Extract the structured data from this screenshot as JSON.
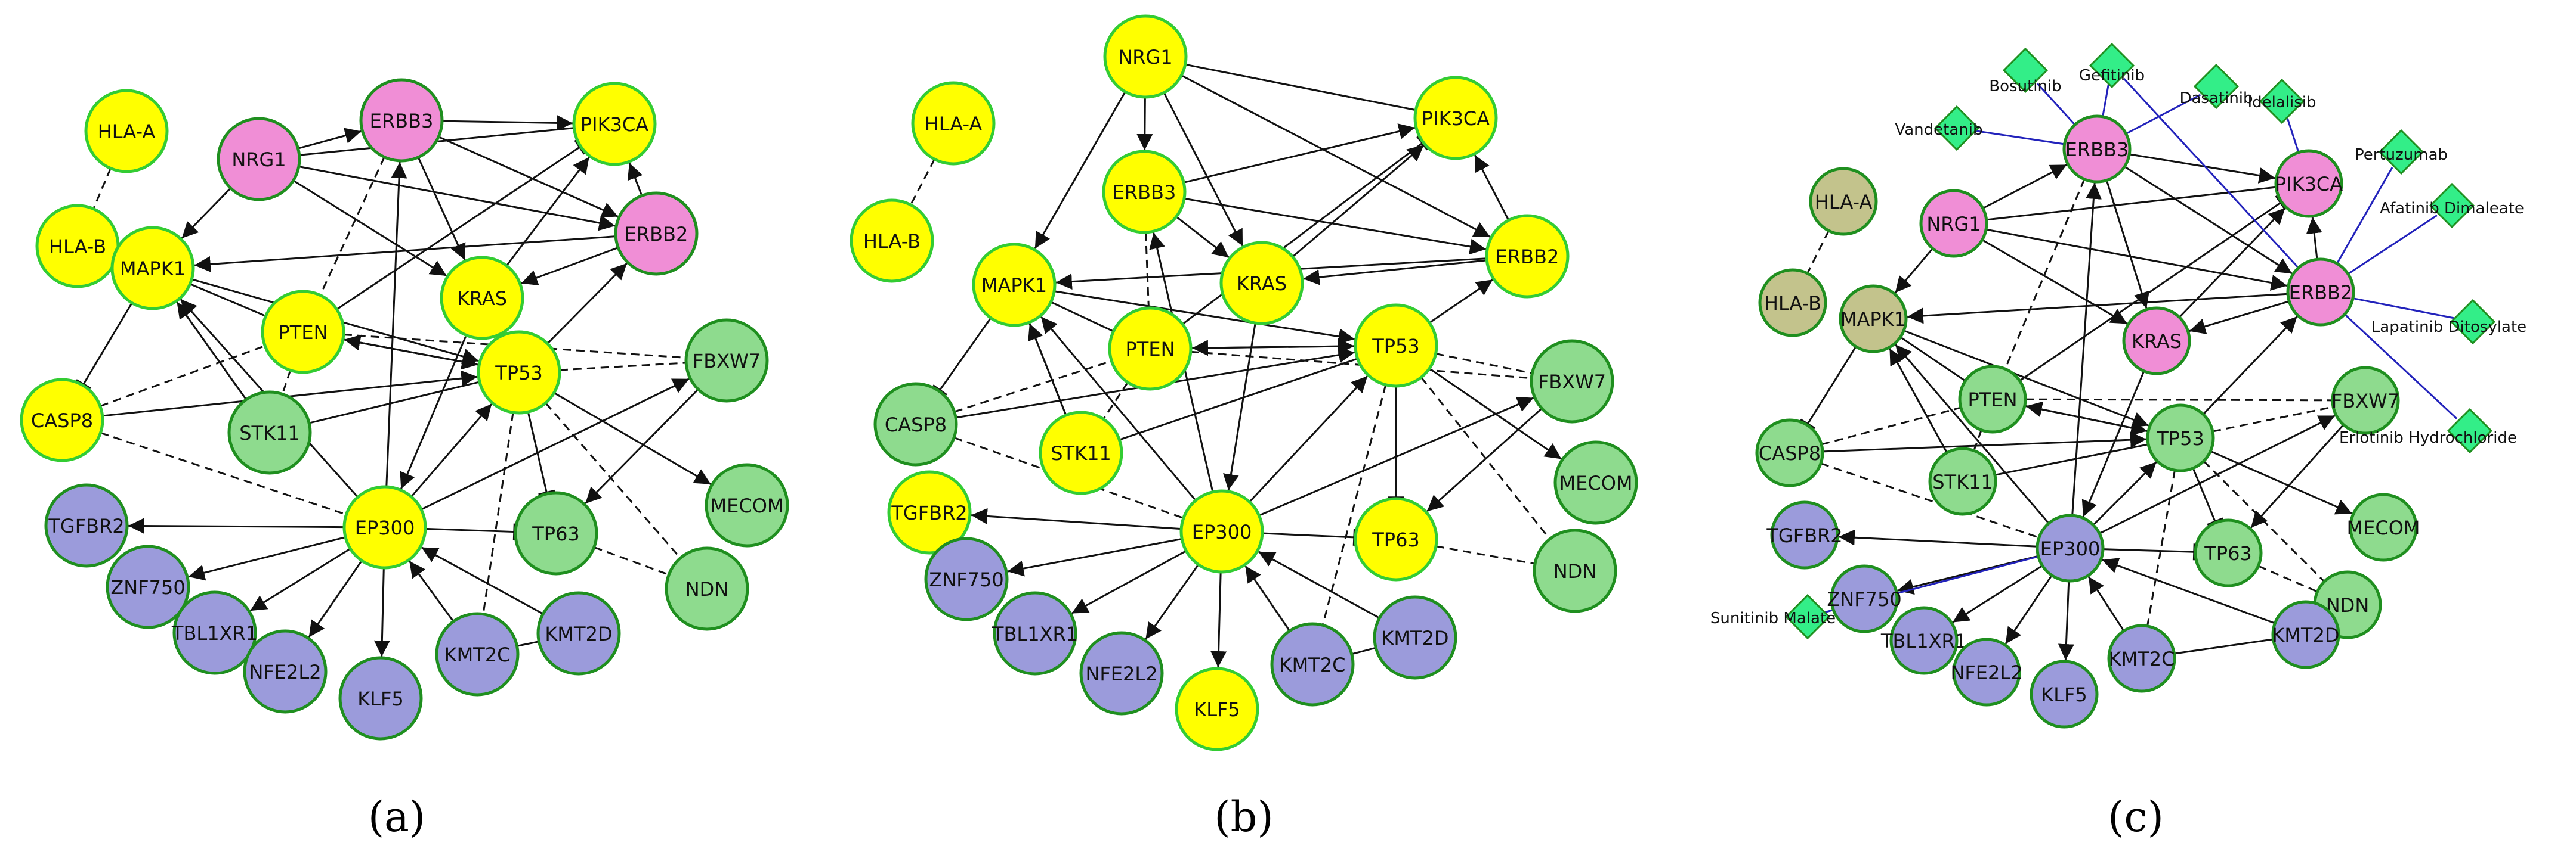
{
  "colors": {
    "background": "#ffffff",
    "yellow": "#ffff00",
    "pink": "#f08ed6",
    "green": "#8edb8e",
    "purple": "#9b9bdb",
    "olive": "#c3c38c",
    "drug": "#33ee88",
    "node_stroke_light": "#33cc33",
    "node_stroke_dark": "#1f8f1f",
    "edge": "#111111",
    "drug_edge": "#2222bb"
  },
  "panels": [
    {
      "label": "(a)",
      "nodes": [
        {
          "id": "ERBB3",
          "color": "pink"
        },
        {
          "id": "PIK3CA",
          "color": "yellow"
        },
        {
          "id": "HLA-A",
          "color": "yellow"
        },
        {
          "id": "NRG1",
          "color": "pink"
        },
        {
          "id": "HLA-B",
          "color": "yellow"
        },
        {
          "id": "ERBB2",
          "color": "pink"
        },
        {
          "id": "MAPK1",
          "color": "yellow"
        },
        {
          "id": "KRAS",
          "color": "yellow"
        },
        {
          "id": "PTEN",
          "color": "yellow"
        },
        {
          "id": "TP53",
          "color": "yellow"
        },
        {
          "id": "FBXW7",
          "color": "green"
        },
        {
          "id": "CASP8",
          "color": "yellow"
        },
        {
          "id": "STK11",
          "color": "green"
        },
        {
          "id": "MECOM",
          "color": "green"
        },
        {
          "id": "TGFBR2",
          "color": "purple"
        },
        {
          "id": "EP300",
          "color": "yellow"
        },
        {
          "id": "TP63",
          "color": "green"
        },
        {
          "id": "ZNF750",
          "color": "purple"
        },
        {
          "id": "NDN",
          "color": "green"
        },
        {
          "id": "TBL1XR1",
          "color": "purple"
        },
        {
          "id": "KMT2D",
          "color": "purple"
        },
        {
          "id": "NFE2L2",
          "color": "purple"
        },
        {
          "id": "KMT2C",
          "color": "purple"
        },
        {
          "id": "KLF5",
          "color": "purple"
        }
      ]
    },
    {
      "label": "(b)",
      "nodes": [
        {
          "id": "NRG1",
          "color": "yellow"
        },
        {
          "id": "PIK3CA",
          "color": "yellow"
        },
        {
          "id": "HLA-A",
          "color": "yellow"
        },
        {
          "id": "ERBB3",
          "color": "yellow"
        },
        {
          "id": "HLA-B",
          "color": "yellow"
        },
        {
          "id": "ERBB2",
          "color": "yellow"
        },
        {
          "id": "MAPK1",
          "color": "yellow"
        },
        {
          "id": "KRAS",
          "color": "yellow"
        },
        {
          "id": "PTEN",
          "color": "yellow"
        },
        {
          "id": "TP53",
          "color": "yellow"
        },
        {
          "id": "FBXW7",
          "color": "green"
        },
        {
          "id": "CASP8",
          "color": "green"
        },
        {
          "id": "STK11",
          "color": "yellow"
        },
        {
          "id": "MECOM",
          "color": "green"
        },
        {
          "id": "TGFBR2",
          "color": "yellow"
        },
        {
          "id": "EP300",
          "color": "yellow"
        },
        {
          "id": "TP63",
          "color": "yellow"
        },
        {
          "id": "ZNF750",
          "color": "purple"
        },
        {
          "id": "NDN",
          "color": "green"
        },
        {
          "id": "TBL1XR1",
          "color": "purple"
        },
        {
          "id": "KMT2D",
          "color": "purple"
        },
        {
          "id": "NFE2L2",
          "color": "purple"
        },
        {
          "id": "KMT2C",
          "color": "purple"
        },
        {
          "id": "KLF5",
          "color": "yellow"
        }
      ]
    },
    {
      "label": "(c)",
      "nodes": [
        {
          "id": "ERBB3",
          "color": "pink"
        },
        {
          "id": "PIK3CA",
          "color": "pink"
        },
        {
          "id": "HLA-A",
          "color": "olive"
        },
        {
          "id": "NRG1",
          "color": "pink"
        },
        {
          "id": "HLA-B",
          "color": "olive"
        },
        {
          "id": "ERBB2",
          "color": "pink"
        },
        {
          "id": "MAPK1",
          "color": "olive"
        },
        {
          "id": "KRAS",
          "color": "pink"
        },
        {
          "id": "PTEN",
          "color": "green"
        },
        {
          "id": "TP53",
          "color": "green"
        },
        {
          "id": "FBXW7",
          "color": "green"
        },
        {
          "id": "CASP8",
          "color": "green"
        },
        {
          "id": "STK11",
          "color": "green"
        },
        {
          "id": "MECOM",
          "color": "green"
        },
        {
          "id": "TGFBR2",
          "color": "purple"
        },
        {
          "id": "EP300",
          "color": "purple"
        },
        {
          "id": "TP63",
          "color": "green"
        },
        {
          "id": "ZNF750",
          "color": "purple"
        },
        {
          "id": "NDN",
          "color": "green"
        },
        {
          "id": "TBL1XR1",
          "color": "purple"
        },
        {
          "id": "KMT2D",
          "color": "purple"
        },
        {
          "id": "NFE2L2",
          "color": "purple"
        },
        {
          "id": "KMT2C",
          "color": "purple"
        },
        {
          "id": "KLF5",
          "color": "purple"
        }
      ],
      "drugs": [
        "Bosutinib",
        "Gefitinib",
        "Dasatinib",
        "Idelalisib",
        "Vandetanib",
        "Pertuzumab",
        "Afatinib Dimaleate",
        "Lapatinib Ditosylate",
        "Erlotinib Hydrochloride",
        "Sunitinib Malate"
      ]
    }
  ],
  "edges": [
    {
      "from": "NRG1",
      "to": "ERBB3",
      "type": "arrow"
    },
    {
      "from": "NRG1",
      "to": "PIK3CA",
      "type": "line"
    },
    {
      "from": "NRG1",
      "to": "ERBB2",
      "type": "arrow"
    },
    {
      "from": "NRG1",
      "to": "MAPK1",
      "type": "arrow"
    },
    {
      "from": "NRG1",
      "to": "KRAS",
      "type": "arrow"
    },
    {
      "from": "ERBB3",
      "to": "PIK3CA",
      "type": "arrow"
    },
    {
      "from": "ERBB3",
      "to": "ERBB2",
      "type": "arrow"
    },
    {
      "from": "ERBB3",
      "to": "KRAS",
      "type": "arrow"
    },
    {
      "from": "ERBB3",
      "to": "PTEN",
      "type": "dashed"
    },
    {
      "from": "ERBB2",
      "to": "PIK3CA",
      "type": "arrow"
    },
    {
      "from": "ERBB2",
      "to": "MAPK1",
      "type": "arrow"
    },
    {
      "from": "ERBB2",
      "to": "KRAS",
      "type": "arrow"
    },
    {
      "from": "PTEN",
      "to": "PIK3CA",
      "type": "inhibit"
    },
    {
      "from": "KRAS",
      "to": "PIK3CA",
      "type": "arrow"
    },
    {
      "from": "HLA-A",
      "to": "HLA-B",
      "type": "dashed"
    },
    {
      "from": "MAPK1",
      "to": "TP53",
      "type": "arrow"
    },
    {
      "from": "MAPK1",
      "to": "CASP8",
      "type": "inhibit"
    },
    {
      "from": "MAPK1",
      "to": "STK11",
      "type": "dashed"
    },
    {
      "from": "MAPK1",
      "to": "PTEN",
      "type": "line"
    },
    {
      "from": "STK11",
      "to": "MAPK1",
      "type": "arrow"
    },
    {
      "from": "PTEN",
      "to": "TP53",
      "type": "arrow"
    },
    {
      "from": "TP53",
      "to": "PTEN",
      "type": "arrow"
    },
    {
      "from": "PTEN",
      "to": "FBXW7",
      "type": "dashed"
    },
    {
      "from": "PTEN",
      "to": "STK11",
      "type": "dashed"
    },
    {
      "from": "CASP8",
      "to": "PTEN",
      "type": "dashed"
    },
    {
      "from": "CASP8",
      "to": "TP53",
      "type": "arrow"
    },
    {
      "from": "CASP8",
      "to": "EP300",
      "type": "dashed"
    },
    {
      "from": "TP53",
      "to": "ERBB2",
      "type": "arrow"
    },
    {
      "from": "TP53",
      "to": "FBXW7",
      "type": "dashed"
    },
    {
      "from": "TP53",
      "to": "MECOM",
      "type": "arrow"
    },
    {
      "from": "TP53",
      "to": "TP63",
      "type": "inhibit"
    },
    {
      "from": "TP53",
      "to": "NDN",
      "type": "dashed"
    },
    {
      "from": "TP53",
      "to": "KMT2C",
      "type": "dashed"
    },
    {
      "from": "STK11",
      "to": "TP53",
      "type": "line"
    },
    {
      "from": "EP300",
      "to": "ERBB3",
      "type": "arrow"
    },
    {
      "from": "EP300",
      "to": "MAPK1",
      "type": "arrow"
    },
    {
      "from": "EP300",
      "to": "TP53",
      "type": "arrow"
    },
    {
      "from": "EP300",
      "to": "FBXW7",
      "type": "arrow"
    },
    {
      "from": "EP300",
      "to": "TP63",
      "type": "inhibit"
    },
    {
      "from": "EP300",
      "to": "TGFBR2",
      "type": "arrow"
    },
    {
      "from": "EP300",
      "to": "ZNF750",
      "type": "arrow"
    },
    {
      "from": "EP300",
      "to": "TBL1XR1",
      "type": "arrow"
    },
    {
      "from": "EP300",
      "to": "NFE2L2",
      "type": "arrow"
    },
    {
      "from": "EP300",
      "to": "KLF5",
      "type": "arrow"
    },
    {
      "from": "KMT2C",
      "to": "EP300",
      "type": "arrow"
    },
    {
      "from": "KMT2D",
      "to": "EP300",
      "type": "arrow"
    },
    {
      "from": "KMT2D",
      "to": "KMT2C",
      "type": "line"
    },
    {
      "from": "KRAS",
      "to": "EP300",
      "type": "arrow"
    },
    {
      "from": "FBXW7",
      "to": "TP63",
      "type": "arrow"
    },
    {
      "from": "TP63",
      "to": "NDN",
      "type": "dashed"
    }
  ],
  "drug_edges": [
    {
      "from": "Bosutinib",
      "to": "ERBB3"
    },
    {
      "from": "Gefitinib",
      "to": "ERBB3"
    },
    {
      "from": "Gefitinib",
      "to": "ERBB2"
    },
    {
      "from": "Dasatinib",
      "to": "ERBB3"
    },
    {
      "from": "Vandetanib",
      "to": "ERBB3"
    },
    {
      "from": "Idelalisib",
      "to": "PIK3CA"
    },
    {
      "from": "Pertuzumab",
      "to": "ERBB2"
    },
    {
      "from": "Afatinib Dimaleate",
      "to": "ERBB2"
    },
    {
      "from": "Lapatinib Ditosylate",
      "to": "ERBB2"
    },
    {
      "from": "Erlotinib Hydrochloride",
      "to": "ERBB2"
    },
    {
      "from": "Sunitinib Malate",
      "to": "EP300"
    }
  ]
}
